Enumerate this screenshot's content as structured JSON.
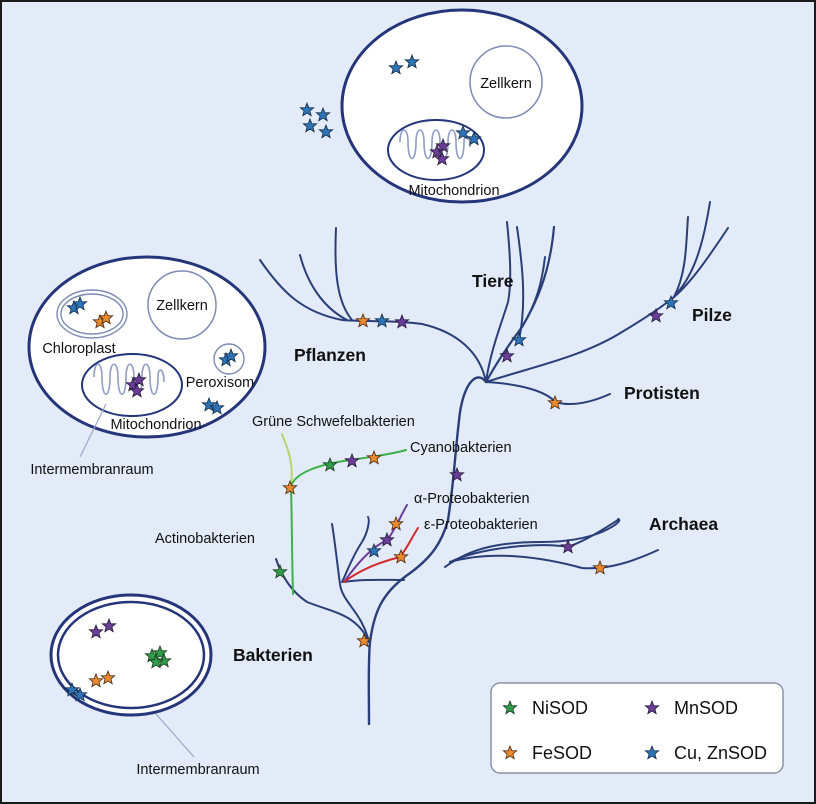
{
  "title": "Verteilung der Superoxid-Dismutasen (SOD) im Stammbaum des Lebens",
  "colors": {
    "background": "#e2ebf7",
    "branch": "#2a3f78",
    "cell_outline": "#24357a",
    "organelle_outline": "#6f7fb0",
    "cyanobacteria_branch": "#3db04a",
    "green_sulfur_branch": "#b9d46a",
    "alpha_proteo_branch": "#6b3d99",
    "epsilon_proteo_branch": "#d42a2a",
    "NiSOD": "#2f9e4a",
    "FeSOD": "#ec8a2f",
    "MnSOD": "#6a3d98",
    "CuZnSOD": "#2d74b8"
  },
  "animal_cell": {
    "nucleus_label": "Zellkern",
    "mitochondrion_label": "Mitochondrion"
  },
  "plant_cell": {
    "nucleus_label": "Zellkern",
    "chloroplast_label": "Chloroplast",
    "peroxisome_label": "Peroxisom",
    "mitochondrion_label": "Mitochondrion",
    "intermembrane_label": "Intermembranraum"
  },
  "bacterial_cell": {
    "intermembrane_label": "Intermembranraum"
  },
  "tree": {
    "groups": {
      "pflanzen": "Pflanzen",
      "tiere": "Tiere",
      "pilze": "Pilze",
      "protisten": "Protisten",
      "archaea": "Archaea",
      "bakterien": "Bakterien"
    },
    "bacteria_subgroups": {
      "gruene_schwefel": "Grüne Schwefelbakterien",
      "cyano": "Cyanobakterien",
      "alpha_proteo": "α-Proteobakterien",
      "epsilon_proteo": "ε-Proteobakterien",
      "actino": "Actinobakterien"
    }
  },
  "legend": {
    "items": [
      {
        "key": "NiSOD",
        "label": "NiSOD"
      },
      {
        "key": "MnSOD",
        "label": "MnSOD"
      },
      {
        "key": "FeSOD",
        "label": "FeSOD"
      },
      {
        "key": "CuZnSOD",
        "label": "Cu, ZnSOD"
      }
    ]
  },
  "markers": {
    "animal_cell": {
      "cytosol": [
        "CuZnSOD",
        "CuZnSOD"
      ],
      "extracellular": [
        "CuZnSOD",
        "CuZnSOD",
        "CuZnSOD",
        "CuZnSOD"
      ],
      "mitochondrion_matrix": [
        "MnSOD",
        "MnSOD",
        "MnSOD"
      ],
      "mitochondrion_intermembrane": [
        "CuZnSOD",
        "CuZnSOD"
      ]
    },
    "plant_cell": {
      "chloroplast": [
        "CuZnSOD",
        "CuZnSOD",
        "FeSOD",
        "FeSOD"
      ],
      "peroxisome": [
        "CuZnSOD",
        "CuZnSOD"
      ],
      "mitochondrion": [
        "MnSOD",
        "MnSOD",
        "MnSOD"
      ],
      "cytosol": [
        "CuZnSOD",
        "CuZnSOD"
      ]
    },
    "bacterial_cell": {
      "cytoplasm": [
        "MnSOD",
        "MnSOD",
        "FeSOD",
        "FeSOD",
        "NiSOD",
        "NiSOD",
        "NiSOD",
        "NiSOD"
      ],
      "periplasm": [
        "CuZnSOD",
        "CuZnSOD"
      ]
    },
    "tree": {
      "pflanzen": [
        "FeSOD",
        "CuZnSOD",
        "MnSOD"
      ],
      "tiere": [
        "MnSOD",
        "CuZnSOD"
      ],
      "pilze": [
        "MnSOD",
        "CuZnSOD"
      ],
      "protisten": [
        "FeSOD"
      ],
      "eukaryote_stem": [
        "MnSOD"
      ],
      "archaea": [
        "MnSOD",
        "FeSOD"
      ],
      "bakterien_root": [
        "FeSOD"
      ],
      "cyano": [
        "FeSOD",
        "NiSOD",
        "MnSOD",
        "FeSOD"
      ],
      "actino": [
        "NiSOD"
      ],
      "alpha_proteo": [
        "FeSOD",
        "MnSOD",
        "CuZnSOD"
      ],
      "epsilon_proteo": [
        "FeSOD"
      ]
    }
  }
}
